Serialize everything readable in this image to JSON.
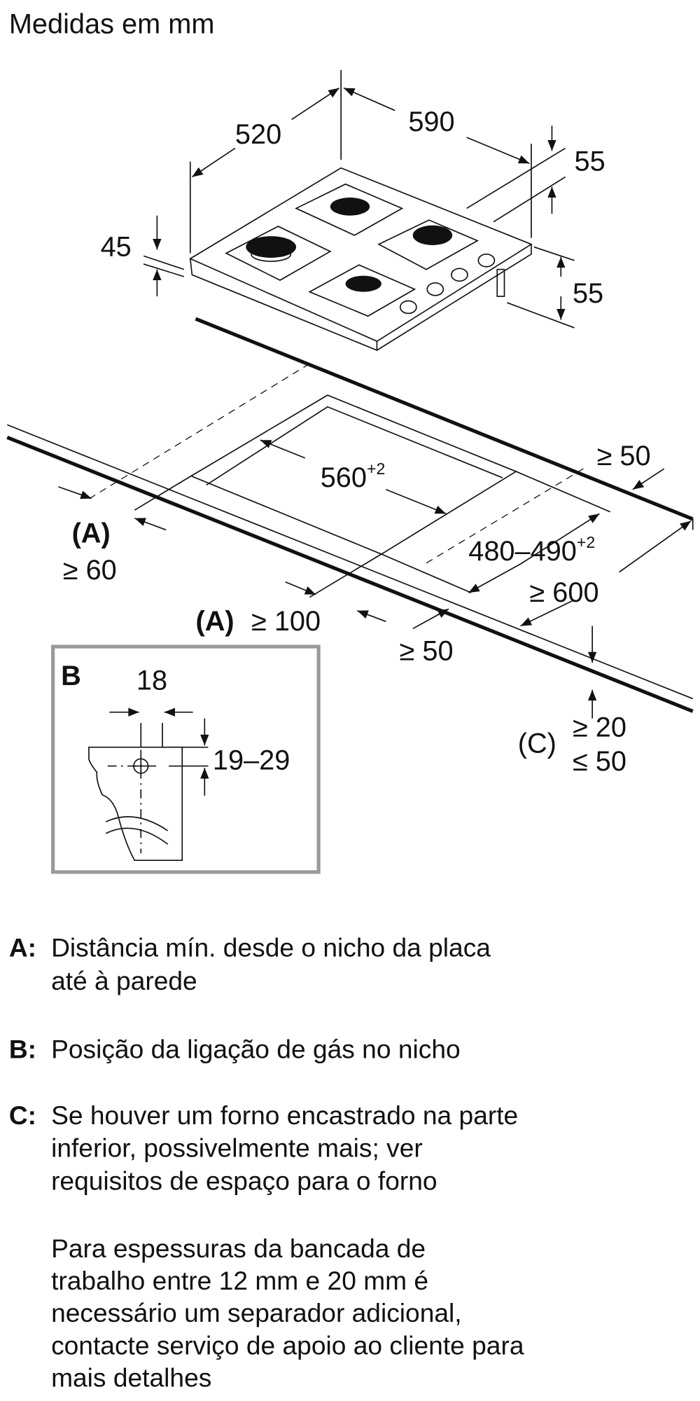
{
  "title": "Medidas em mm",
  "hob_dimensions": {
    "depth": "520",
    "width": "590",
    "rear_offset": "55",
    "height_front": "45",
    "height_below": "55"
  },
  "cutout": {
    "width": "560",
    "width_tolerance": "+2",
    "depth": "480–490",
    "depth_tolerance": "+2",
    "rear_min": "≥ 50",
    "side_label": "(A)",
    "side_min": "≥ 60",
    "front_label": "(A)",
    "front_right_min": "≥ 100",
    "front_min": "≥ 50",
    "worktop_depth_min": "≥ 600",
    "thickness_label": "(C)",
    "thickness_min": "≥ 20",
    "thickness_max": "≤ 50"
  },
  "detail_b": {
    "label": "B",
    "width": "18",
    "height": "19–29"
  },
  "legend": [
    {
      "key": "A:",
      "lines": [
        "Distância mín. desde o nicho da placa",
        "até à parede"
      ]
    },
    {
      "key": "B:",
      "lines": [
        "Posição da ligação de gás no nicho"
      ]
    },
    {
      "key": "C:",
      "lines": [
        "Se houver um forno encastrado na parte",
        "inferior, possivelmente mais; ver",
        "requisitos de espaço para o forno"
      ]
    }
  ],
  "note": [
    "Para espessuras da bancada de",
    "trabalho entre 12 mm e 20 mm é",
    "necessário um separador adicional,",
    "contacte serviço de apoio ao cliente para",
    "mais detalhes"
  ]
}
